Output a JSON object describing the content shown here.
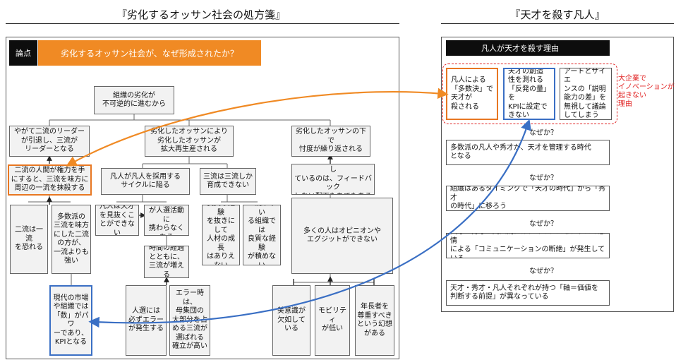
{
  "left_title": "『劣化するオッサン社会の処方箋』",
  "right_title": "『天才を殺す凡人』",
  "left": {
    "badge": "論点",
    "question": "劣化するオッサン社会が、なぜ形成されたか？",
    "root": "組織の劣化が\n不可逆的に進むから",
    "l2_a": "やがて二流のリーダー\nが引退し、三流が\nリーダーとなる",
    "l2_b": "劣化したオッサンにより\n劣化したオッサンが\n拡大再生産される",
    "l2_c": "劣化したオッサンの下で\n忖度が繰り返される",
    "a1": "二流の人間が権力を手\nにすると、三流を味方に\n周辺の一流を抹殺する",
    "a1_1": "二流は一流\nを恐れる",
    "a1_2": "多数派の\n三流を味方\nにした二流\nの方が、\n一流よりも\n強い",
    "a1_2_1": "現代の市場\nや組織では\n「数」がパワ\nーであり、\nKPIとなる",
    "b1": "凡人が凡人を採用する\nサイクルに陥る",
    "b2": "三流は三流しか\n育成できない",
    "b1_1": "凡人は天才\nを見抜くこ\nとができない",
    "b1_2": "一流と二流\nが人選活動に\n携わらなくなる",
    "b1_3": "時間の経過\nとともに、\n三流が増える",
    "b1_4": "人選には\n必ずエラー\nが発生する",
    "b1_5": "エラー時は、\n母集団の\n大部分を占\nめる三流が\n選ばれる\n確立が高い",
    "b2_1": "良質な経験\nを抜きにして\n人材の成長\nはありえない",
    "b2_2": "三流が率い\nる組織では\n良質な経験\nが積めない",
    "c1": "劣化したオッサンを生成し\nているのは、フィードバック\nしない配下たちでもある",
    "c2": "多くの人はオピニオンや\nエグジットができない",
    "c3": "美意識が\n欠如して\nいる",
    "c4": "モビリティ\nが低い",
    "c5": "年長者を\n尊重すべき\nという幻想\nがある"
  },
  "right": {
    "header": "凡人が天才を殺す理由",
    "r1": "凡人による\n「多数決」で\n天才が\n殺される",
    "r2": "天才の創造\n性を測れる\n「反発の量」を\nKPIに設定で\nきない",
    "r3": "アートとサイエ\nンスの「説明\n能力の差」を\n無視して議論\nしてしまう",
    "note": "大企業で\nイノベーションが\n起きない\n理由",
    "why": "なぜか？",
    "s1": "多数派の凡人や秀才が、天才を管理する時代\nとなる",
    "s2": "組織はあるタイミングで「天才の時代」から「秀才\nの時代」に移ろう",
    "s3": "天才・秀才・凡人間には、マイナスとプラスの感情\nによる「コミュニケーションの断絶」が発生している",
    "s4": "天才・秀才・凡人それぞれが持つ「軸＝価値を\n判断する前提」が異なっている"
  },
  "colors": {
    "orange": "#f08a24",
    "blue": "#3a6fc4",
    "red": "#e02020",
    "dark": "#0d0d0d"
  }
}
